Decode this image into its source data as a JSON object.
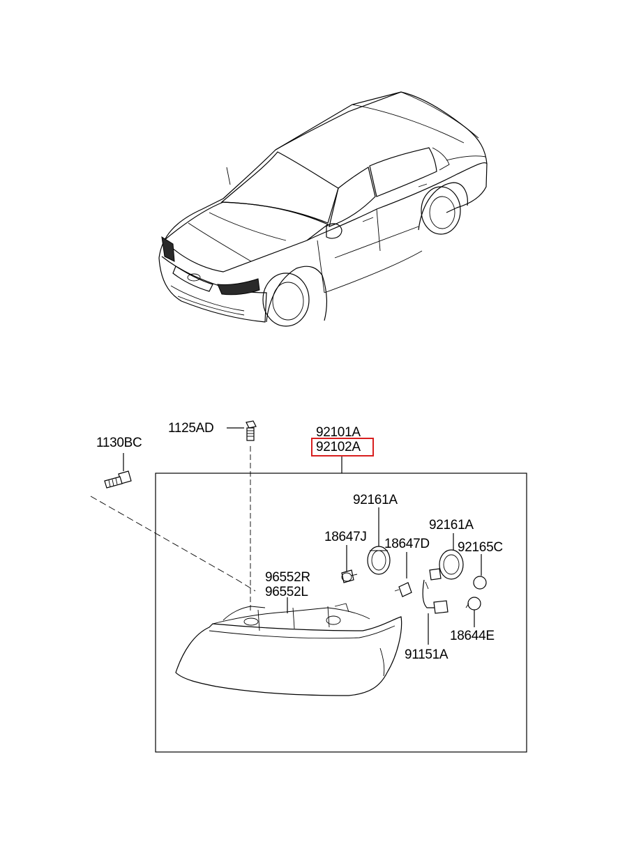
{
  "labels": {
    "p1130BC": "1130BC",
    "p1125AD": "1125AD",
    "p92101A": "92101A",
    "p92102A": "92102A",
    "p92161A_a": "92161A",
    "p92161A_b": "92161A",
    "p18647J": "18647J",
    "p18647D": "18647D",
    "p92165C": "92165C",
    "p96552R": "96552R",
    "p96552L": "96552L",
    "p18644E": "18644E",
    "p91151A": "91151A"
  },
  "highlighted_part": "92102A",
  "colors": {
    "line": "#000000",
    "highlight": "#d81e1e",
    "background": "#ffffff"
  }
}
